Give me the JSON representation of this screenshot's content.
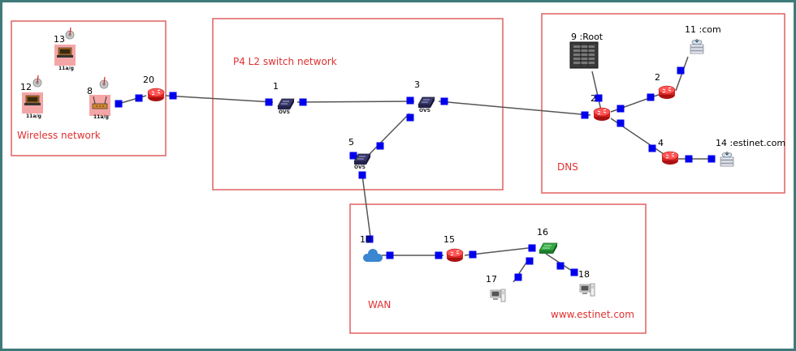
{
  "colors": {
    "group_border": "#e06060",
    "group_text": "#e03030",
    "port": "#0000ee",
    "link": "#555555",
    "router": "#dd2222",
    "switch_p4": "#2b2b55",
    "switch_green": "#33aa44",
    "cloud": "#3a86d0",
    "frame": "#3f7a7a"
  },
  "groups": {
    "wireless": "Wireless network",
    "p4": "P4 L2 switch network",
    "dns": "DNS",
    "wan": "WAN",
    "web": "www.estinet.com"
  },
  "nodes": {
    "n1": {
      "label": "1",
      "badge": "OVS",
      "icon": "p4-switch-icon"
    },
    "n3": {
      "label": "3",
      "badge": "OVS",
      "icon": "p4-switch-icon"
    },
    "n5": {
      "label": "5",
      "badge": "OVS",
      "icon": "p4-switch-icon"
    },
    "n20": {
      "label": "20",
      "icon": "router-icon"
    },
    "n8w": {
      "label": "8",
      "badge": "11a/g",
      "icon": "access-point-icon"
    },
    "n12": {
      "label": "12",
      "badge": "11a/g",
      "icon": "laptop-icon"
    },
    "n13": {
      "label": "13",
      "badge": "11a/g",
      "icon": "laptop-icon"
    },
    "n9": {
      "label": "9 :Root",
      "icon": "server-rack-icon"
    },
    "n2a": {
      "label": "2",
      "icon": "router-icon"
    },
    "n2b": {
      "label": "2",
      "icon": "router-icon"
    },
    "n4": {
      "label": "4",
      "icon": "router-icon"
    },
    "n11": {
      "label": "11 :com",
      "icon": "dns-server-icon"
    },
    "n14": {
      "label": "14 :estinet.com",
      "icon": "dns-server-icon"
    },
    "n10": {
      "label": "10",
      "icon": "cloud-icon"
    },
    "n15": {
      "label": "15",
      "icon": "router-icon"
    },
    "n16": {
      "label": "16",
      "icon": "switch-icon"
    },
    "n17": {
      "label": "17",
      "icon": "host-icon"
    },
    "n18": {
      "label": "18",
      "icon": "host-icon"
    }
  }
}
